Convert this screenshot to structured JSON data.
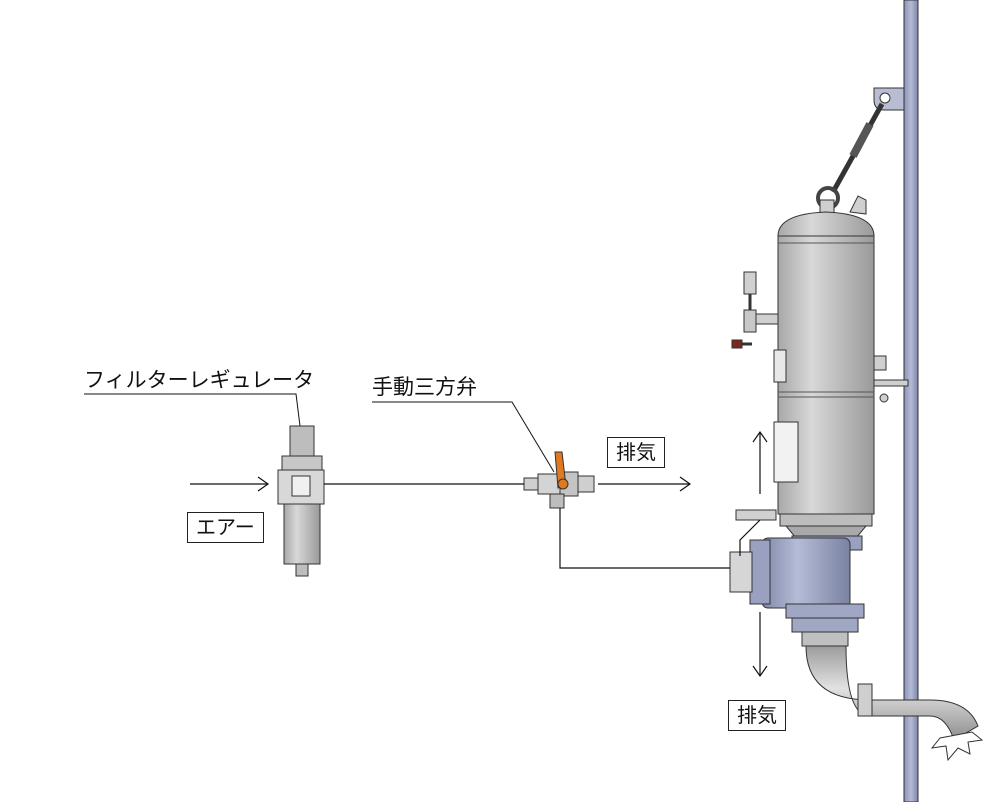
{
  "labels": {
    "filter_regulator": "フィルターレギュレータ",
    "manual_valve": "手動三方弁",
    "air": "エアー",
    "exhaust_top": "排気",
    "exhaust_bottom": "排気"
  },
  "colors": {
    "body_gray": "#c9c9c9",
    "body_blue": "#9fa6c4",
    "valve_handle": "#e07a20",
    "line": "#111111"
  }
}
